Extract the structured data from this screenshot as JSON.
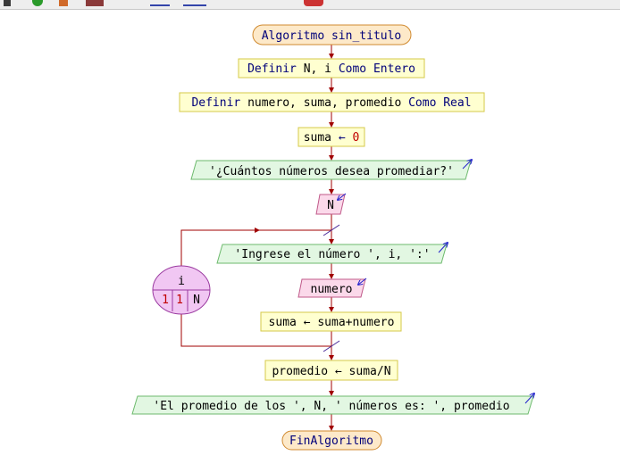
{
  "toolbar": {
    "icons": [
      "run-icon",
      "step-icon",
      "debug-icon",
      "edit-icon",
      "arrows-icon",
      "export-icon",
      "misc-icon"
    ]
  },
  "flowchart": {
    "start": {
      "text": "Algoritmo sin_titulo"
    },
    "define1": {
      "kw1": "Definir",
      "vars": "N, i",
      "kw2": "Como Entero"
    },
    "define2": {
      "kw1": "Definir",
      "vars": "numero, suma, promedio",
      "kw2": "Como Real"
    },
    "assign1": {
      "lhs": "suma",
      "arrow": "←",
      "rhs": "0"
    },
    "output1": {
      "text": "'¿Cuántos números desea promediar?'"
    },
    "input1": {
      "text": "N"
    },
    "loop": {
      "var": "i",
      "start": "1",
      "step": "1",
      "end": "N"
    },
    "output2": {
      "text": "'Ingrese el número ', i, ':'"
    },
    "input2": {
      "text": "numero"
    },
    "assign2": {
      "text": "suma ← suma+numero"
    },
    "assign3": {
      "text": "promedio ← suma/N"
    },
    "output3": {
      "text": "'El promedio de los ', N, ' números es: ', promedio"
    },
    "end": {
      "text": "FinAlgoritmo"
    }
  },
  "colors": {
    "connector": "#a00000",
    "terminal_fill": "#fde9c9",
    "terminal_stroke": "#d08a30",
    "process_fill": "#ffffd0",
    "process_stroke": "#d6c84a",
    "output_fill": "#e2f7e2",
    "output_stroke": "#6dba6d",
    "input_fill": "#fbd9ea",
    "input_stroke": "#c05a8a",
    "loop_fill": "#f1c7f3",
    "loop_stroke": "#9a3aa0",
    "io_arrow": "#2222cc"
  }
}
